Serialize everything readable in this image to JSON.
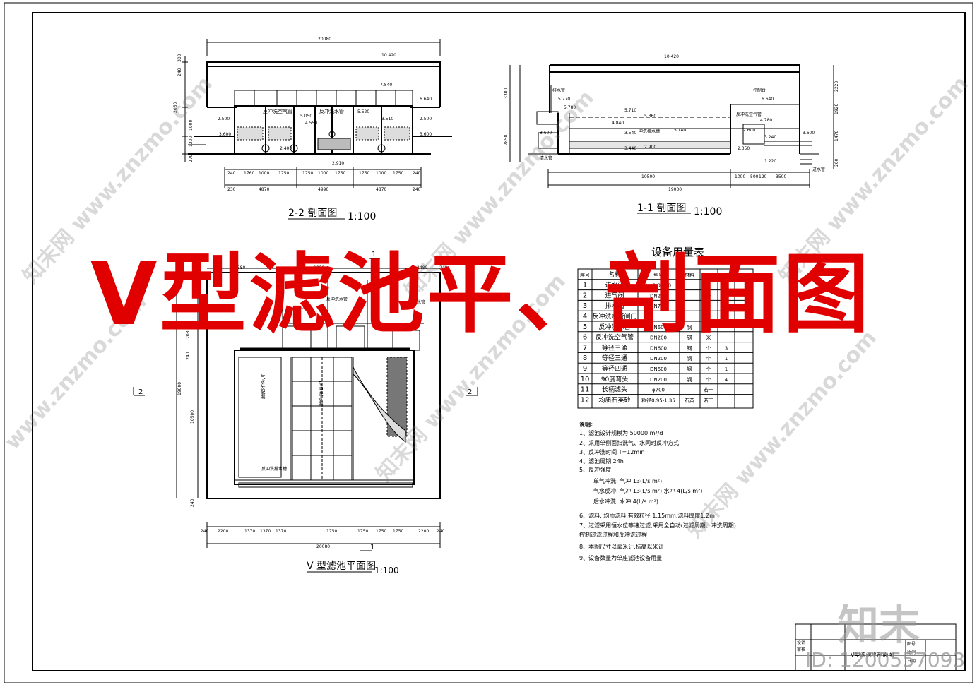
{
  "drawing_title": "V型滤池平、剖面图",
  "section_22": {
    "title": "2-2 剖面图",
    "scale": "1:100",
    "dims_top": [
      "20080",
      "10.420",
      "7.840",
      "6.640",
      "5.050",
      "5.520",
      "4.550",
      "3.510",
      "2.500",
      "2.500",
      "3.600",
      "3.600",
      "2.400",
      "2.910"
    ],
    "pipe_labels": [
      "反冲洗空气管",
      "反冲洗水管"
    ],
    "dims_bottom_1": [
      "240",
      "1760",
      "1000",
      "1750",
      "1750",
      "1000",
      "1750",
      "1750",
      "1000",
      "1750",
      "240"
    ],
    "dims_bottom_2": [
      "230",
      "4870",
      "4990",
      "4870",
      "240"
    ],
    "dims_left": [
      "300",
      "240",
      "2060",
      "1000",
      "1200",
      "270"
    ]
  },
  "section_11": {
    "title": "1-1 剖面图",
    "scale": "1:100",
    "dims": [
      "10.420",
      "5.770",
      "5.780",
      "5.710",
      "5.360",
      "4.840",
      "3.540",
      "3.440",
      "2.900",
      "2.350",
      "3.600",
      "3.600",
      "3.240",
      "2.600",
      "6.640",
      "4.780",
      "5.140",
      "1.220",
      "10500",
      "19000",
      "1000",
      "500",
      "120",
      "3500"
    ],
    "labels": [
      "排水管",
      "反冲洗空气管",
      "控制台",
      "清水管",
      "冲洗排水槽",
      "进水管"
    ],
    "dims_left": [
      "3300",
      "2850"
    ],
    "dims_right": [
      "2220",
      "1920",
      "1470",
      "200"
    ]
  },
  "plan": {
    "title": "V 型滤池平面图",
    "scale": "1:100",
    "dims_top": [
      "4580",
      "1000",
      "2480",
      "240"
    ],
    "dims_left": [
      "240",
      "2030",
      "19000",
      "10500",
      "240"
    ],
    "dims_bottom": [
      "240",
      "2200",
      "1370",
      "1370",
      "1370",
      "1750",
      "1750",
      "1750",
      "1750",
      "2200",
      "240"
    ],
    "total": "20080",
    "labels": [
      "反冲洗水管",
      "反冲洗空气管",
      "排水管",
      "气水分配渠",
      "反冲洗水渠",
      "反冲洗排水槽"
    ],
    "section_marks": [
      "1",
      "1",
      "2",
      "2"
    ]
  },
  "equipment_table": {
    "title": "设备用量表",
    "headers": [
      "序号",
      "名称",
      "型号",
      "材料",
      "单位",
      "数量",
      "备注"
    ],
    "rows": [
      [
        "1",
        "进水阀",
        "L=2.0x1.0",
        "",
        "个",
        "1",
        ""
      ],
      [
        "2",
        "进气阀",
        "DN200",
        "",
        "个",
        "3",
        ""
      ],
      [
        "3",
        "排水阀",
        "DN700",
        "",
        "个",
        "3",
        ""
      ],
      [
        "4",
        "反冲洗水管阀门",
        "",
        "",
        "个",
        "3",
        ""
      ],
      [
        "5",
        "反冲洗水管",
        "DN600",
        "钢",
        "米",
        "",
        ""
      ],
      [
        "6",
        "反冲洗空气管",
        "DN200",
        "钢",
        "米",
        "",
        ""
      ],
      [
        "7",
        "等径三通",
        "DN600",
        "钢",
        "个",
        "3",
        ""
      ],
      [
        "8",
        "等径三通",
        "DN200",
        "钢",
        "个",
        "1",
        ""
      ],
      [
        "9",
        "等径四通",
        "DN600",
        "钢",
        "个",
        "1",
        ""
      ],
      [
        "10",
        "90度弯头",
        "DN200",
        "钢",
        "个",
        "4",
        ""
      ],
      [
        "11",
        "长柄滤头",
        "φ700",
        "",
        "若干",
        "",
        ""
      ],
      [
        "12",
        "均质石英砂",
        "粒径0.95-1.35",
        "石英",
        "若干",
        "",
        ""
      ]
    ]
  },
  "notes": {
    "heading": "说明:",
    "items": [
      "1、滤池设计规模为  50000 m³/d",
      "2、采用单侧面扫洗气、水同时反冲方式",
      "3、反冲洗时间    T=12min",
      "4、滤池周期   24h",
      "5、反冲强度:",
      "  单气冲洗:  气冲 13(L/s m²)",
      "  气水反冲:  气冲 13(L/s m²)        水冲 4(L/s m²)",
      "  后水冲洗:  水冲 4(L/s m²)",
      "6、滤料:  均质滤料,有效粒径 1.15mm,滤料厚度1.2m",
      "7、过滤采用恒水位等速过滤,采用全自动(过滤周期、冲洗周期)",
      "   控制过滤过程和反冲洗过程",
      "8、本图尺寸以毫米计,标高以米计",
      "9、设备数量为单座滤池设备用量"
    ]
  },
  "title_block": {
    "labels": [
      "设计",
      "审核",
      "图号",
      "比例",
      "日期"
    ],
    "name": "V型滤池平剖面图"
  },
  "watermark": {
    "site": "www.znzmo.com",
    "brand_cn": "知末网",
    "brand_big": "知末",
    "image_id": "ID: 1200557093"
  }
}
